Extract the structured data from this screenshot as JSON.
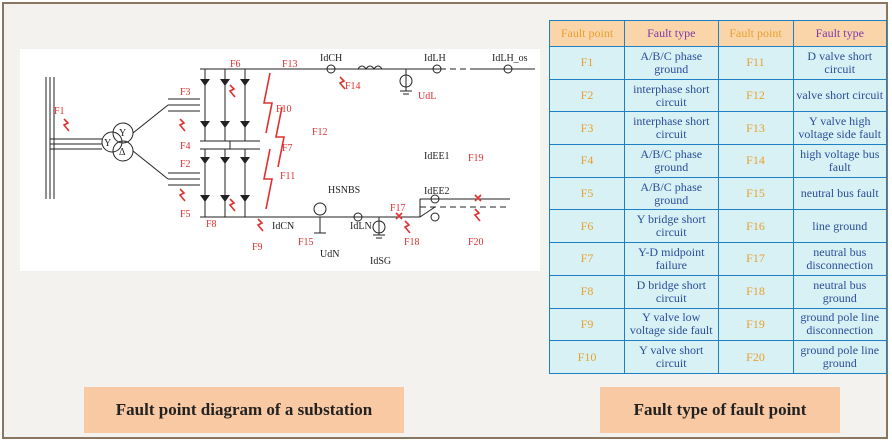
{
  "diagram": {
    "caption": "Fault point diagram of a substation",
    "labels": {
      "F1": "F1",
      "F2": "F2",
      "F3": "F3",
      "F4": "F4",
      "F5": "F5",
      "F6": "F6",
      "F7": "F7",
      "F8": "F8",
      "F9": "F9",
      "F10": "F10",
      "F11": "F11",
      "F12": "F12",
      "F13": "F13",
      "F14": "F14",
      "F15": "F15",
      "F17": "F17",
      "F18": "F18",
      "F19": "F19",
      "F20": "F20",
      "IdCH": "IdCH",
      "IdLH": "IdLH",
      "IdLH_os": "IdLH_os",
      "UdL": "UdL",
      "IdEE1": "IdEE1",
      "IdEE2": "IdEE2",
      "HSNBS": "HSNBS",
      "IdCN": "IdCN",
      "IdLN": "IdLN",
      "UdN": "UdN",
      "IdSG": "IdSG",
      "Y_top": "Y",
      "Y_left": "Y",
      "Delta": "Δ"
    }
  },
  "table": {
    "caption": "Fault type of fault point",
    "header": {
      "fault_point": "Fault point",
      "fault_type": "Fault type"
    },
    "rows": [
      {
        "p1": "F1",
        "t1": "A/B/C phase ground",
        "p2": "F11",
        "t2": "D valve short circuit"
      },
      {
        "p1": "F2",
        "t1": "interphase short circuit",
        "p2": "F12",
        "t2": "valve short circuit"
      },
      {
        "p1": "F3",
        "t1": "interphase short circuit",
        "p2": "F13",
        "t2": "Y valve high voltage side fault"
      },
      {
        "p1": "F4",
        "t1": "A/B/C phase ground",
        "p2": "F14",
        "t2": "high voltage bus fault"
      },
      {
        "p1": "F5",
        "t1": "A/B/C phase ground",
        "p2": "F15",
        "t2": "neutral bus fault"
      },
      {
        "p1": "F6",
        "t1": "Y bridge short circuit",
        "p2": "F16",
        "t2": "line ground"
      },
      {
        "p1": "F7",
        "t1": "Y-D midpoint failure",
        "p2": "F17",
        "t2": "neutral bus disconnection"
      },
      {
        "p1": "F8",
        "t1": "D bridge short circuit",
        "p2": "F18",
        "t2": "neutral bus ground"
      },
      {
        "p1": "F9",
        "t1": "Y valve low voltage side fault",
        "p2": "F19",
        "t2": "ground pole line disconnection"
      },
      {
        "p1": "F10",
        "t1": "Y valve short circuit",
        "p2": "F20",
        "t2": "ground pole line ground"
      }
    ]
  },
  "colors": {
    "accent_red": "#e03030",
    "arrow_fill": "#f2b48c",
    "arrow_stroke": "#8a3fa0",
    "table_border": "#1d7fc4"
  }
}
